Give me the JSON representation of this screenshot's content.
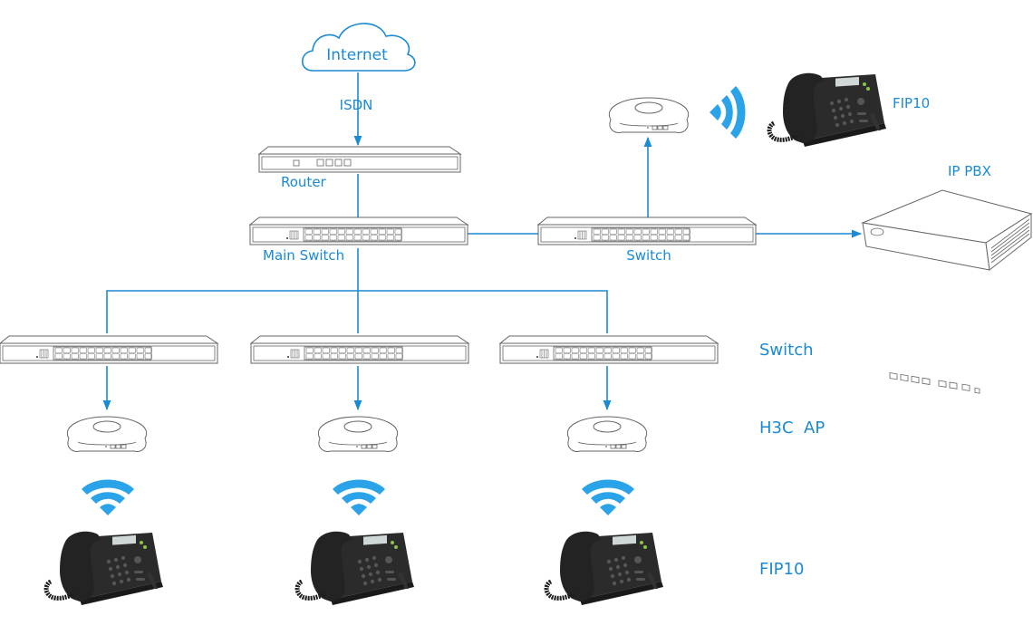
{
  "colors": {
    "accent": "#1a8ad4",
    "device_outline": "#666666",
    "phone_body": "#2b2b2b",
    "wifi": "#2aa3e8"
  },
  "nodes": {
    "internet": {
      "label": "Internet",
      "icon": "cloud-icon"
    },
    "isdn": {
      "label": "ISDN"
    },
    "router": {
      "label": "Router",
      "icon": "router-icon"
    },
    "main_switch": {
      "label": "Main Switch",
      "icon": "switch-icon"
    },
    "right_switch": {
      "label": "Switch",
      "icon": "switch-icon"
    },
    "top_ap": {
      "icon": "access-point-icon"
    },
    "top_phone": {
      "label": "FIP10",
      "icon": "ip-phone-icon"
    },
    "ip_pbx": {
      "label": "IP PBX",
      "icon": "pbx-icon"
    }
  },
  "tiers": {
    "switch": {
      "label": "Switch"
    },
    "ap": {
      "label": "H3C  AP"
    },
    "phone": {
      "label": "FIP10"
    }
  },
  "branches": [
    {
      "switch": "switch-icon",
      "ap": "access-point-icon",
      "phone": "ip-phone-icon"
    },
    {
      "switch": "switch-icon",
      "ap": "access-point-icon",
      "phone": "ip-phone-icon"
    },
    {
      "switch": "switch-icon",
      "ap": "access-point-icon",
      "phone": "ip-phone-icon"
    }
  ],
  "connections": [
    {
      "from": "Internet",
      "to": "Router",
      "via": "ISDN"
    },
    {
      "from": "Router",
      "to": "Main Switch"
    },
    {
      "from": "Main Switch",
      "to": "Switch"
    },
    {
      "from": "Switch",
      "to": "AP (top)"
    },
    {
      "from": "Switch",
      "to": "IP PBX"
    },
    {
      "from": "Main Switch",
      "to": "Switch 1"
    },
    {
      "from": "Main Switch",
      "to": "Switch 2"
    },
    {
      "from": "Main Switch",
      "to": "Switch 3"
    },
    {
      "from": "Switch 1",
      "to": "H3C AP 1"
    },
    {
      "from": "Switch 2",
      "to": "H3C AP 2"
    },
    {
      "from": "Switch 3",
      "to": "H3C AP 3"
    }
  ]
}
